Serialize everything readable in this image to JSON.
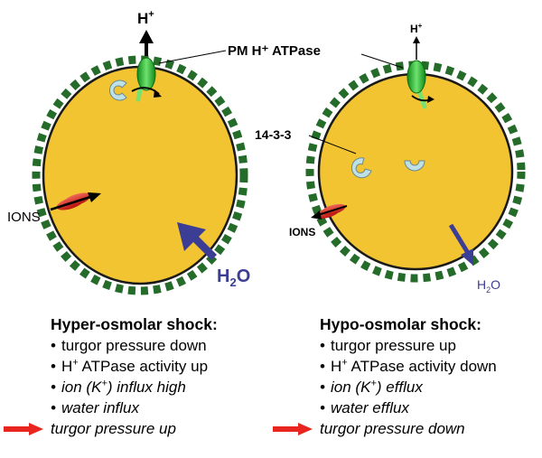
{
  "diagram": {
    "pm_label": "PM H⁺ ATPase",
    "protein_label": "14-3-3",
    "left": {
      "proton": "H",
      "proton_sup": "+",
      "ions": "IONS",
      "water_main": "H",
      "water_sub": "2",
      "water_end": "O"
    },
    "right": {
      "proton": "H",
      "proton_sup": "+",
      "ions": "IONS",
      "water_main": "H",
      "water_sub": "2",
      "water_end": "O"
    }
  },
  "colors": {
    "cell": "#f2c431",
    "wall": "#256c2a",
    "atpase": "#3dbb3d",
    "protein": "#bfe0e4",
    "water_arrow": "#3c3d94",
    "result_arrow": "#e8261f"
  },
  "panels": {
    "hyper": {
      "title": "Hyper-osmolar shock:",
      "item1": "turgor pressure down",
      "item2_a": "H",
      "item2_sup": "+",
      "item2_b": " ATPase activity up",
      "item3_a": "ion (K",
      "item3_sup": "+",
      "item3_b": ") influx high",
      "item4": "water influx",
      "result": "turgor pressure up"
    },
    "hypo": {
      "title": "Hypo-osmolar shock:",
      "item1": "turgor pressure up",
      "item2_a": "H",
      "item2_sup": "+",
      "item2_b": " ATPase activity down",
      "item3_a": "ion (K",
      "item3_sup": "+",
      "item3_b": ") efflux",
      "item4": "water efflux",
      "result": "turgor pressure down"
    },
    "bullet": "•"
  }
}
